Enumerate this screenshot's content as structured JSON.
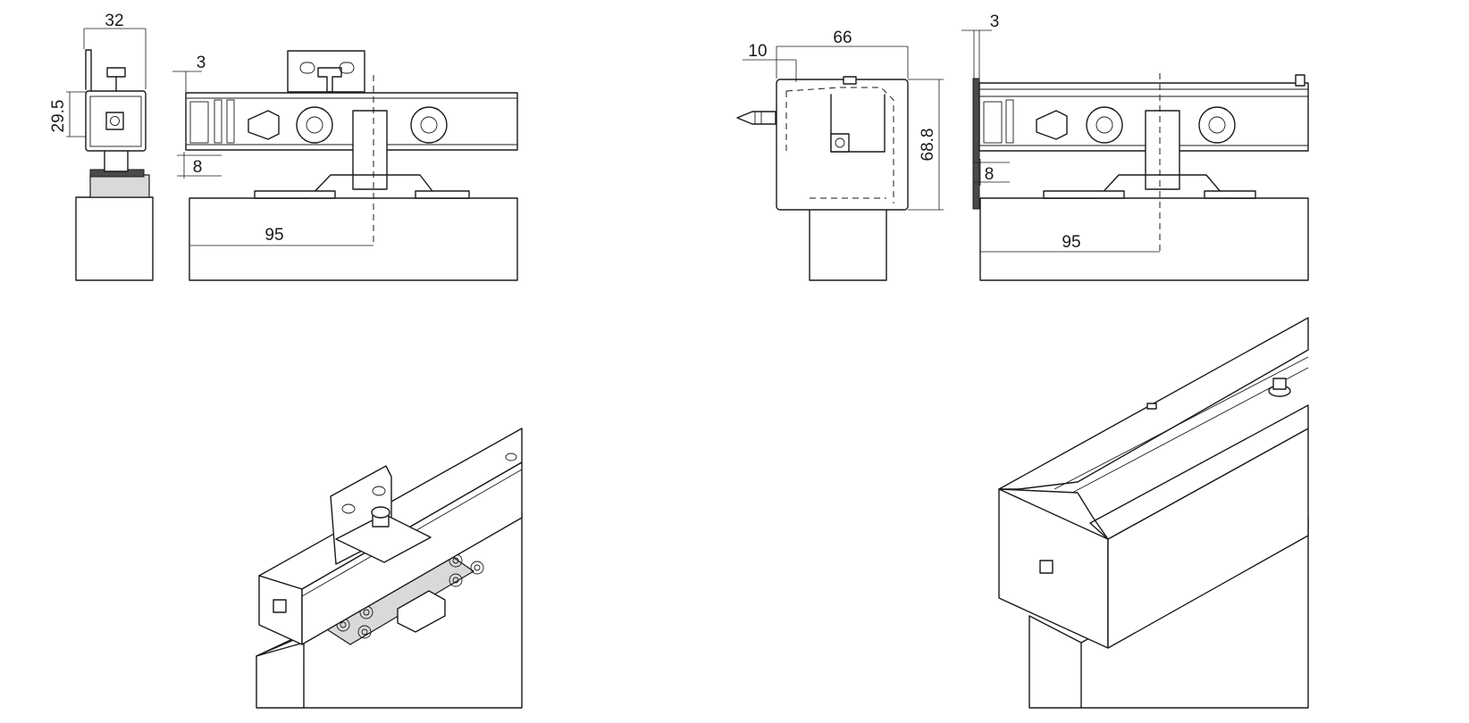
{
  "dimensions": {
    "a_width": "32",
    "a_height": "29.5",
    "b_top": "3",
    "b_bottom": "8",
    "b_offset": "95",
    "c_small": "10",
    "c_width": "66",
    "c_height": "68.8",
    "d_top": "3",
    "d_bottom": "8",
    "d_offset": "95"
  },
  "icons": {
    "brand_badge": "brand-badge-icon"
  }
}
